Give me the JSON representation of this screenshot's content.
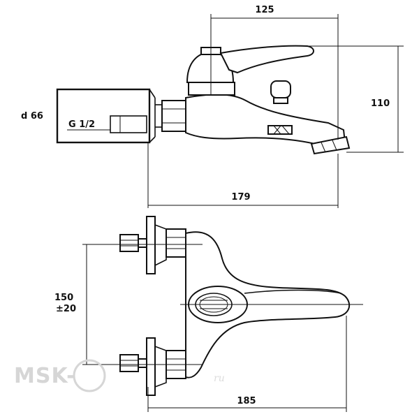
{
  "drawing": {
    "top_view": {
      "dim_width": "125",
      "dim_height": "110",
      "dim_length": "179",
      "dim_diameter": "d 66",
      "thread_label": "G 1/2"
    },
    "plan_view": {
      "dim_spacing": "150",
      "dim_tolerance": "±20",
      "dim_length": "185"
    }
  },
  "watermark": {
    "text": "MSK-",
    "suffix": "ru"
  }
}
